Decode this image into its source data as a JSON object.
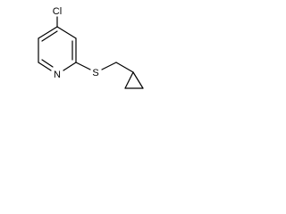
{
  "molecule": {
    "atoms": {
      "chlorine": "Cl",
      "nitrogen": "N",
      "sulfur": "S"
    }
  }
}
